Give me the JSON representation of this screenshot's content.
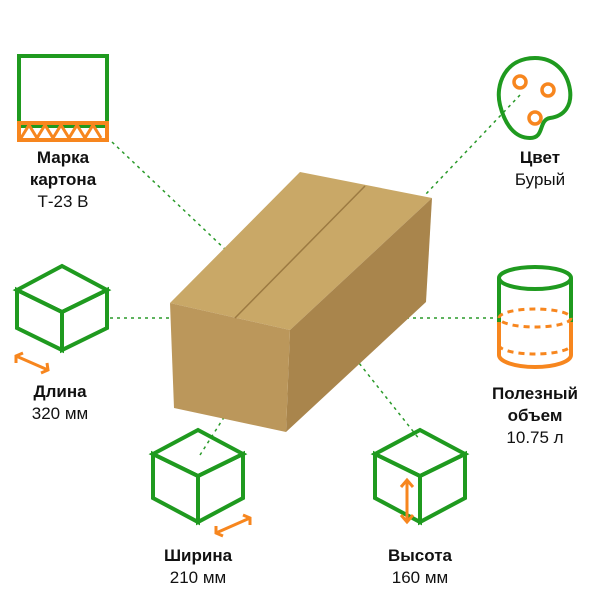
{
  "colors": {
    "green": "#1f9a1f",
    "orange": "#f7861e",
    "box_top": "#c9a867",
    "box_left": "#b8955a",
    "box_right": "#a9854c"
  },
  "specs": [
    {
      "title": "Марка картона",
      "value": "Т-23 В",
      "icon": "corrugated-board-icon"
    },
    {
      "title": "Цвет",
      "value": "Бурый",
      "icon": "palette-icon"
    },
    {
      "title": "Длина",
      "value": "320 мм",
      "icon": "cube-length-icon"
    },
    {
      "title": "Полезный объем",
      "value": "10.75 л",
      "icon": "cylinder-volume-icon"
    },
    {
      "title": "Ширина",
      "value": "210 мм",
      "icon": "cube-width-icon"
    },
    {
      "title": "Высота",
      "value": "160 мм",
      "icon": "cube-height-icon"
    }
  ]
}
